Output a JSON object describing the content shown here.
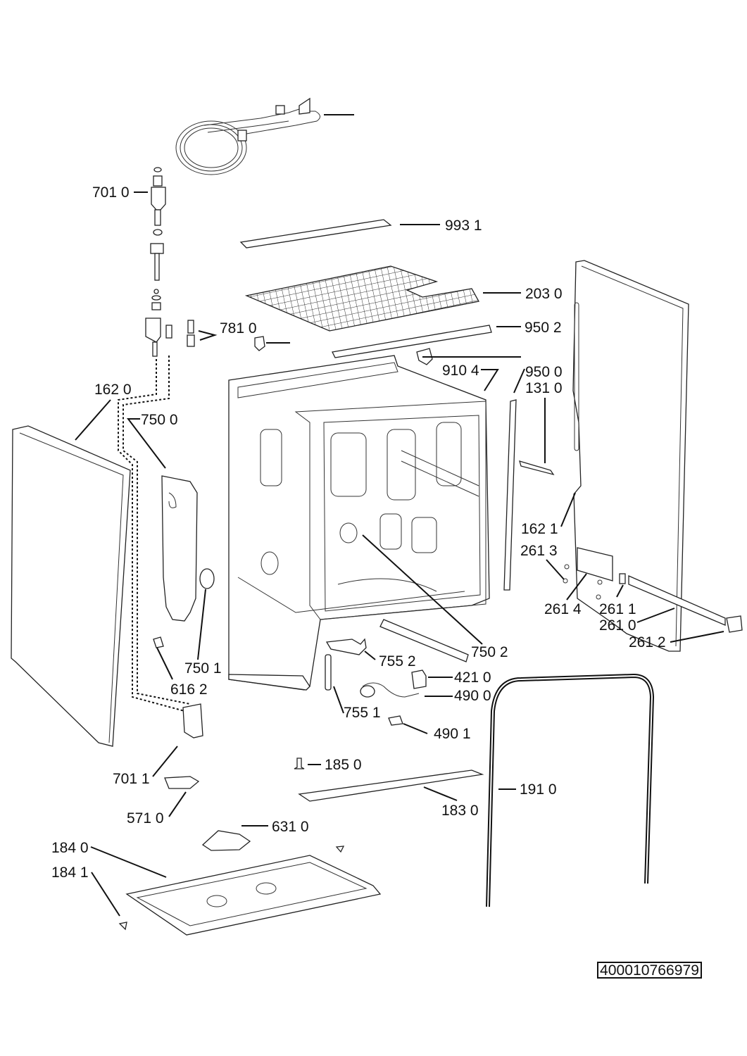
{
  "diagram": {
    "title": "Dishwasher exploded parts diagram",
    "document_number": "400010766979",
    "callouts": [
      {
        "id": "hose",
        "label": ""
      },
      {
        "id": "c7010",
        "label": "701 0"
      },
      {
        "id": "c9931",
        "label": "993 1"
      },
      {
        "id": "c2030",
        "label": "203 0"
      },
      {
        "id": "c9502",
        "label": "950 2"
      },
      {
        "id": "c7810",
        "label": "781 0"
      },
      {
        "id": "c9104",
        "label": "910 4"
      },
      {
        "id": "c9500",
        "label": "950 0"
      },
      {
        "id": "c1310",
        "label": "131 0"
      },
      {
        "id": "c1620",
        "label": "162 0"
      },
      {
        "id": "c7500",
        "label": "750 0"
      },
      {
        "id": "c1621",
        "label": "162 1"
      },
      {
        "id": "c2613",
        "label": "261 3"
      },
      {
        "id": "c2614",
        "label": "261 4"
      },
      {
        "id": "c2611",
        "label": "261 1"
      },
      {
        "id": "c2610",
        "label": "261 0"
      },
      {
        "id": "c2612",
        "label": "261 2"
      },
      {
        "id": "c7502",
        "label": "750 2"
      },
      {
        "id": "c7552",
        "label": "755 2"
      },
      {
        "id": "c7501",
        "label": "750 1"
      },
      {
        "id": "c6162",
        "label": "616 2"
      },
      {
        "id": "c4210",
        "label": "421 0"
      },
      {
        "id": "c4900",
        "label": "490 0"
      },
      {
        "id": "c7551",
        "label": "755 1"
      },
      {
        "id": "c4901",
        "label": "490 1"
      },
      {
        "id": "c1850",
        "label": "185 0"
      },
      {
        "id": "c7011",
        "label": "701 1"
      },
      {
        "id": "c1910",
        "label": "191 0"
      },
      {
        "id": "c1830",
        "label": "183 0"
      },
      {
        "id": "c5710",
        "label": "571 0"
      },
      {
        "id": "c6310",
        "label": "631 0"
      },
      {
        "id": "c1840",
        "label": "184 0"
      },
      {
        "id": "c1841",
        "label": "184 1"
      }
    ]
  }
}
